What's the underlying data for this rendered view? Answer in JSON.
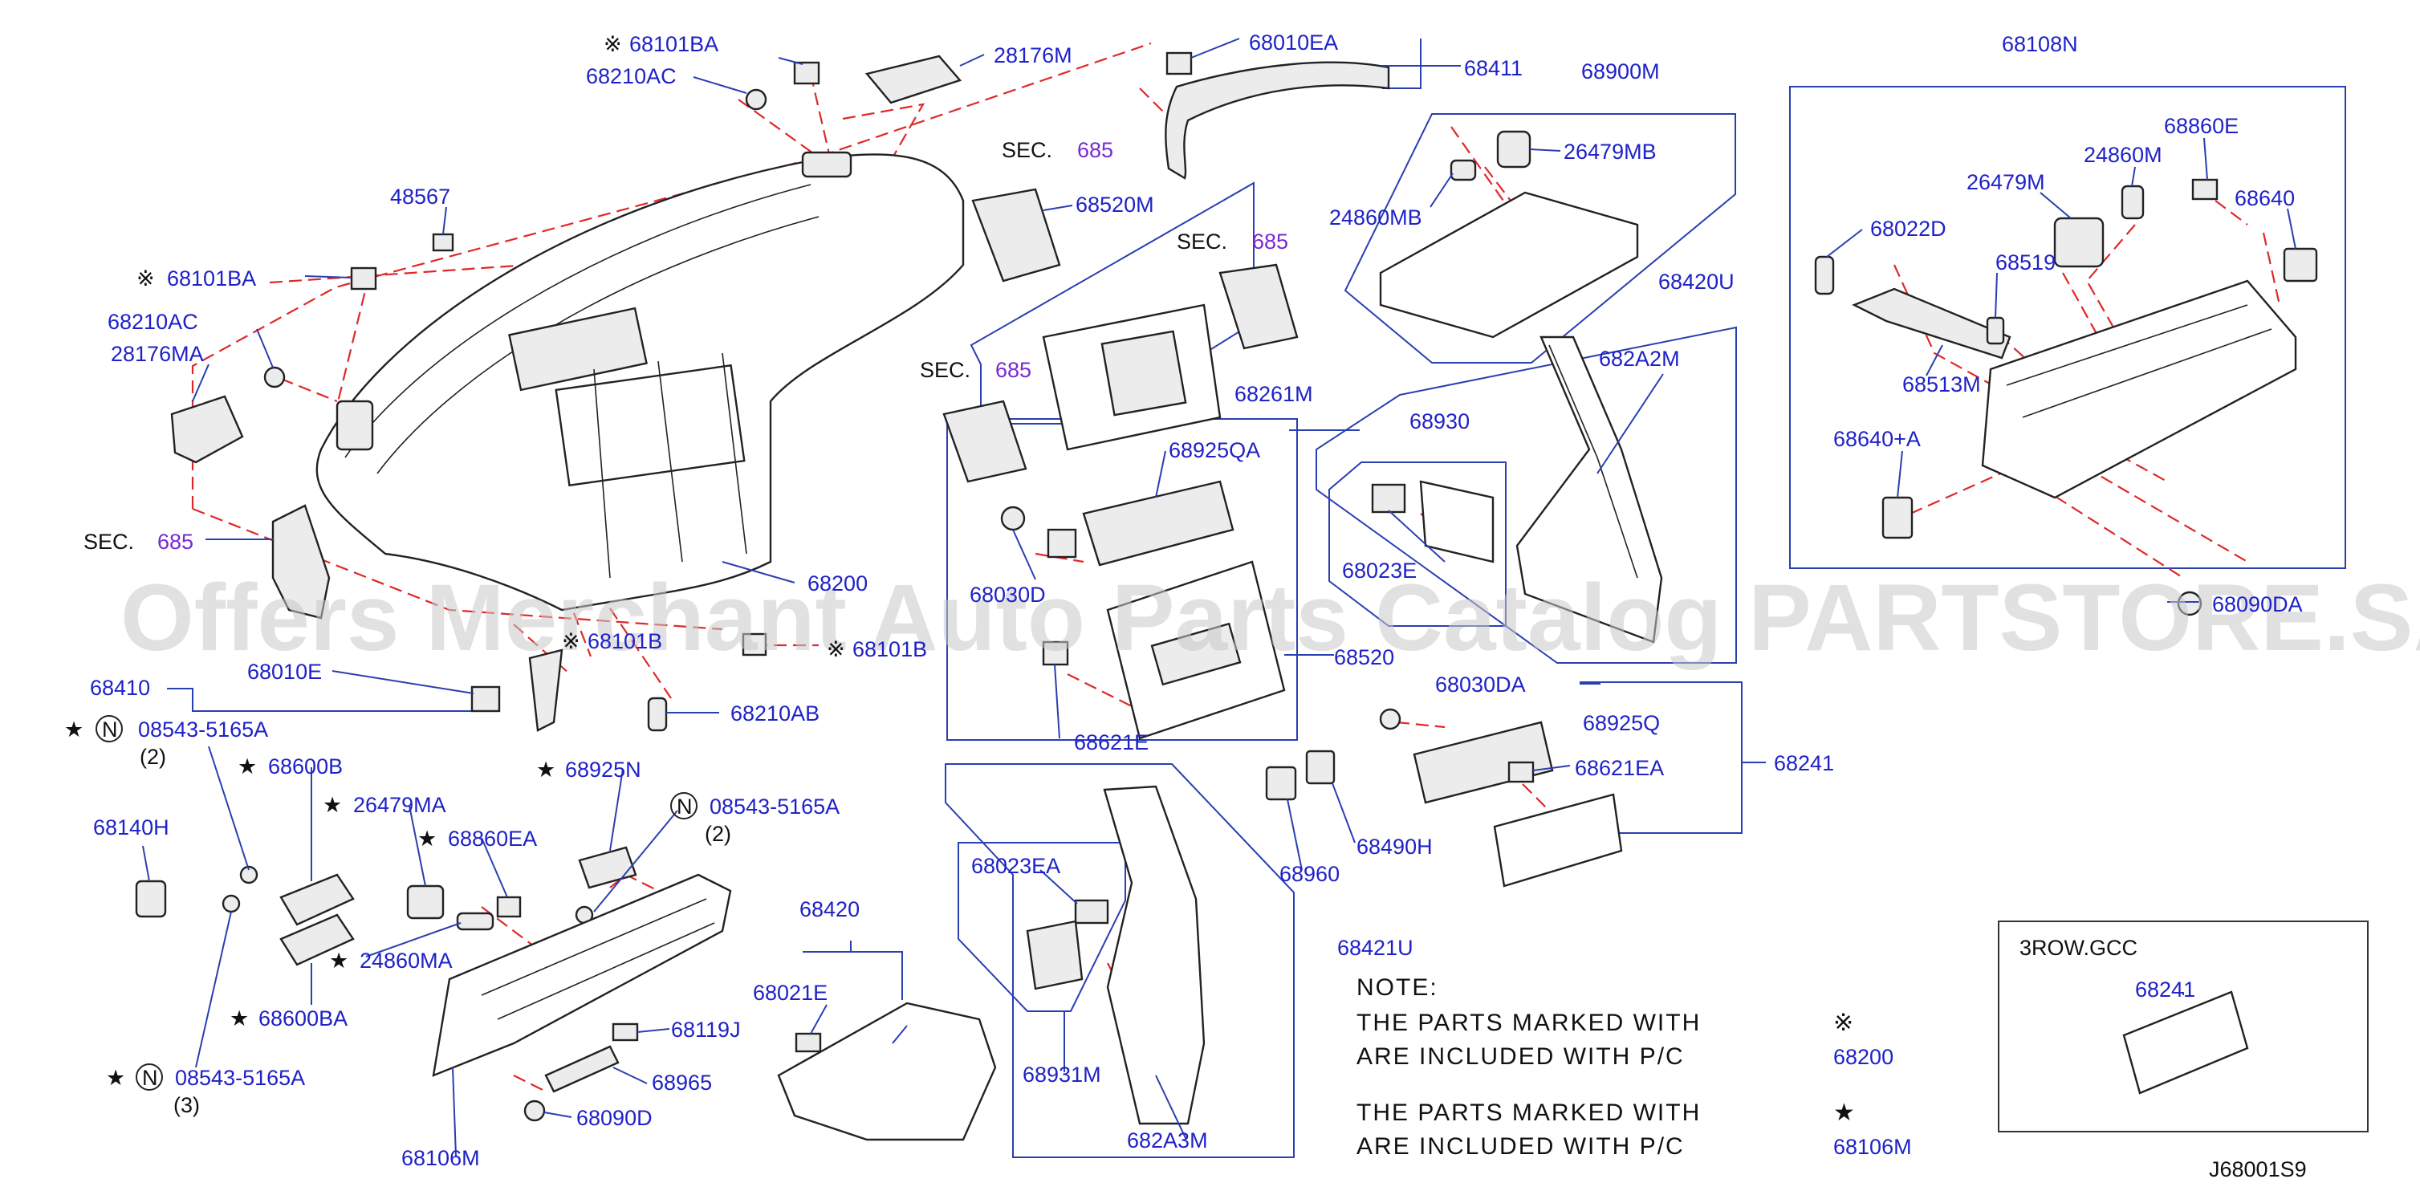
{
  "watermark": "Offers Merchant Auto Parts Catalog PARTSTORE.SA",
  "diagram_id": "J68001S9",
  "markers": {
    "ref": "※",
    "star": "★",
    "circle_n": "N"
  },
  "sec_labels": [
    {
      "prefix": "SEC.",
      "num": "685"
    },
    {
      "prefix": "SEC.",
      "num": "685"
    },
    {
      "prefix": "SEC.",
      "num": "685"
    },
    {
      "prefix": "SEC.",
      "num": "685"
    }
  ],
  "labels": {
    "p68101BA_top": "68101BA",
    "p68210AC_top": "68210AC",
    "p28176M": "28176M",
    "p68010EA": "68010EA",
    "p68411": "68411",
    "p68900M": "68900M",
    "p26479MB": "26479MB",
    "p24860MB": "24860MB",
    "p68520M": "68520M",
    "p48567": "48567",
    "p68101BA_left": "68101BA",
    "p68210AC_left": "68210AC",
    "p28176MA": "28176MA",
    "p68420U": "68420U",
    "p682A2M": "682A2M",
    "p68261M": "68261M",
    "p68925QA": "68925QA",
    "p68930": "68930",
    "p68023E": "68023E",
    "p68200": "68200",
    "p68030D": "68030D",
    "p68101B_mid": "68101B",
    "p68101B_right": "68101B",
    "p68410": "68410",
    "p68010E": "68010E",
    "p08543_1": "08543-5165A",
    "p08543_1_qty": "(2)",
    "p68210AB": "68210AB",
    "p68520": "68520",
    "p68621E": "68621E",
    "p68600B": "68600B",
    "p26479MA": "26479MA",
    "p68925N": "68925N",
    "p08543_2": "08543-5165A",
    "p08543_2_qty": "(2)",
    "p68140H": "68140H",
    "p68860EA": "68860EA",
    "p24860MA": "24860MA",
    "p68600BA": "68600BA",
    "p08543_3": "08543-5165A",
    "p08543_3_qty": "(3)",
    "p68106M": "68106M",
    "p68119J": "68119J",
    "p68965": "68965",
    "p68090D": "68090D",
    "p68420": "68420",
    "p68021E": "68021E",
    "p68023EA": "68023EA",
    "p68931M": "68931M",
    "p682A3M": "682A3M",
    "p68421U": "68421U",
    "p68030DA": "68030DA",
    "p68925Q": "68925Q",
    "p68621EA": "68621EA",
    "p68241": "68241",
    "p68490H": "68490H",
    "p68960": "68960",
    "p68108N": "68108N",
    "p68860E": "68860E",
    "p24860M": "24860M",
    "p26479M": "26479M",
    "p68022D": "68022D",
    "p68640": "68640",
    "p68519": "68519",
    "p68513M": "68513M",
    "p68640A": "68640+A",
    "p68090DA": "68090DA"
  },
  "inset": {
    "title": "3ROW.GCC",
    "part": "68241"
  },
  "note": {
    "heading": "NOTE:",
    "line1": "THE PARTS MARKED WITH",
    "line1_mark": "※",
    "line2": "ARE INCLUDED WITH P/C",
    "line2_part": "68200",
    "line3": "THE PARTS MARKED WITH",
    "line3_mark": "★",
    "line4": "ARE INCLUDED WITH P/C",
    "line4_part": "68106M"
  },
  "colors": {
    "label": "#1e22c8",
    "leader": "#2a3fb0",
    "dash": "#e0282a",
    "section": "#7a2ad0"
  }
}
